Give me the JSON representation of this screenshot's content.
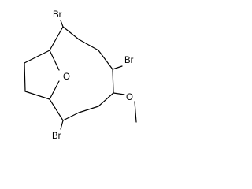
{
  "molecule": {
    "atom_labels": {
      "br_top": "Br",
      "br_right": "Br",
      "br_bottom": "Br",
      "oxygen_bridge": "O",
      "oxygen_methoxy": "O"
    },
    "colors": {
      "bond": "#000000",
      "label": "#000000",
      "background": "#ffffff"
    }
  }
}
